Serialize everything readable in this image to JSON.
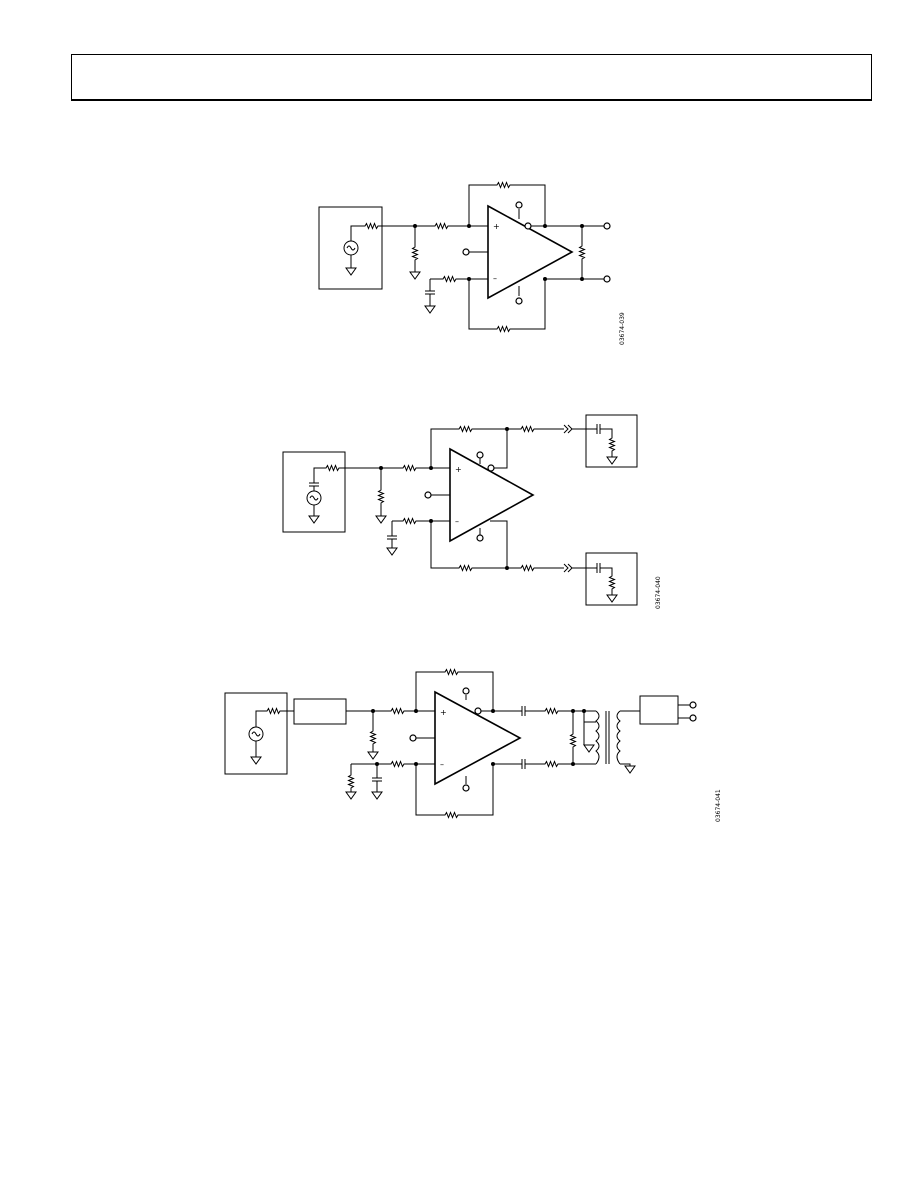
{
  "header": {
    "text": ""
  },
  "figures": [
    {
      "id": "fig-1",
      "plus_label": "+",
      "minus_label": "–",
      "code": "03674-039"
    },
    {
      "id": "fig-2",
      "plus_label": "+",
      "minus_label": "–",
      "code": "03674-040"
    },
    {
      "id": "fig-3",
      "plus_label": "+",
      "minus_label": "–",
      "code": "03674-041"
    }
  ],
  "colors": {
    "ink": "#000000",
    "paper": "#ffffff"
  }
}
